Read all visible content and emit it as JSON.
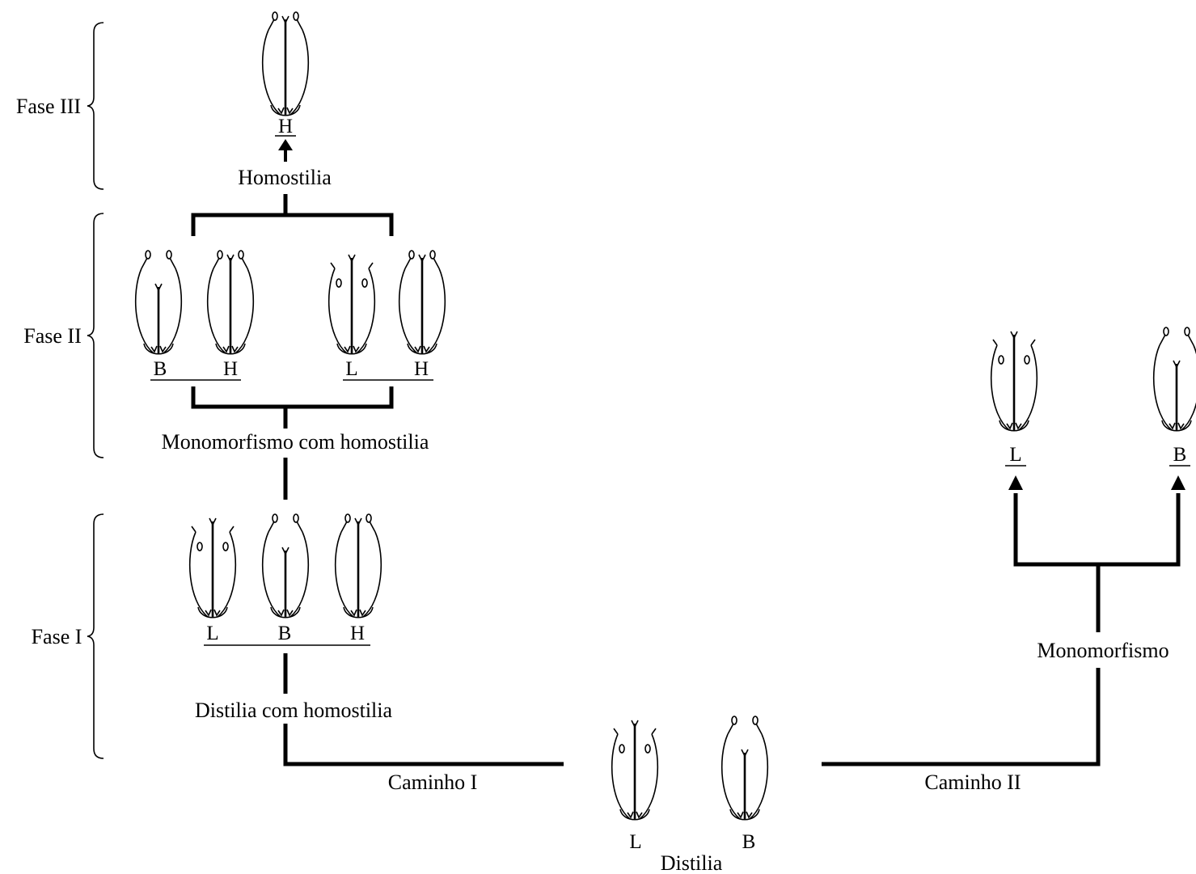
{
  "phases": {
    "phase3": "Fase III",
    "phase2": "Fase II",
    "phase1": "Fase I"
  },
  "states": {
    "homostilia": "Homostilia",
    "monomorfismo_homostilia": "Monomorfismo com homostilia",
    "distilia_homostilia": "Distilia com homostilia",
    "monomorfismo": "Monomorfismo",
    "distilia": "Distilia"
  },
  "paths": {
    "path1": "Caminho I",
    "path2": "Caminho II"
  },
  "morphs": {
    "phase3_h": "H",
    "phase2_b": "B",
    "phase2_h1": "H",
    "phase2_l": "L",
    "phase2_h2": "H",
    "phase1_l": "L",
    "phase1_b": "B",
    "phase1_h": "H",
    "mono_l": "L",
    "mono_b": "B",
    "dist_l": "L",
    "dist_b": "B"
  }
}
